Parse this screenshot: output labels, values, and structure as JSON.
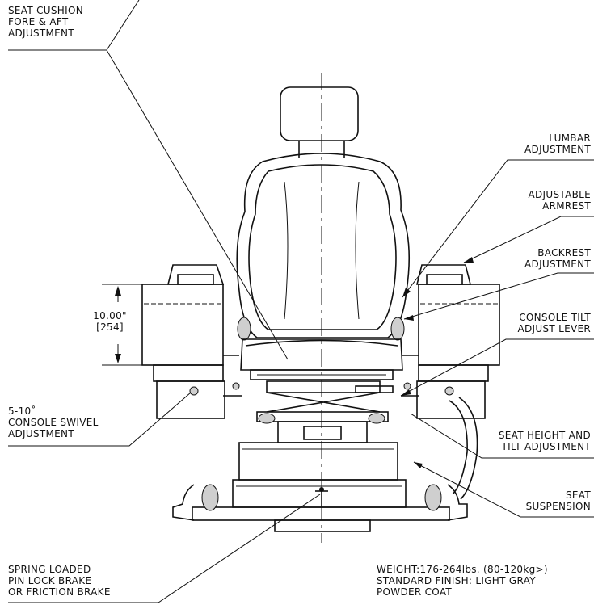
{
  "labels": {
    "seat_cushion": [
      "SEAT CUSHION",
      "FORE & AFT",
      "ADJUSTMENT"
    ],
    "lumbar": [
      "LUMBAR",
      "ADJUSTMENT"
    ],
    "armrest": [
      "ADJUSTABLE",
      "ARMREST"
    ],
    "backrest": [
      "BACKREST",
      "ADJUSTMENT"
    ],
    "console_tilt": [
      "CONSOLE TILT",
      "ADJUST LEVER"
    ],
    "console_swivel": [
      "5-10˚",
      "CONSOLE SWIVEL",
      "ADJUSTMENT"
    ],
    "seat_height": [
      "SEAT HEIGHT AND",
      "TILT ADJUSTMENT"
    ],
    "suspension": [
      "SEAT",
      "SUSPENSION"
    ],
    "brake": [
      "SPRING LOADED",
      "PIN LOCK BRAKE",
      "OR FRICTION BRAKE"
    ]
  },
  "dimension": {
    "value": "10.00\"",
    "metric": "[254]"
  },
  "specs": [
    "WEIGHT:176-264lbs. (80-120kg>)",
    "STANDARD FINISH: LIGHT GRAY",
    "POWDER COAT"
  ]
}
